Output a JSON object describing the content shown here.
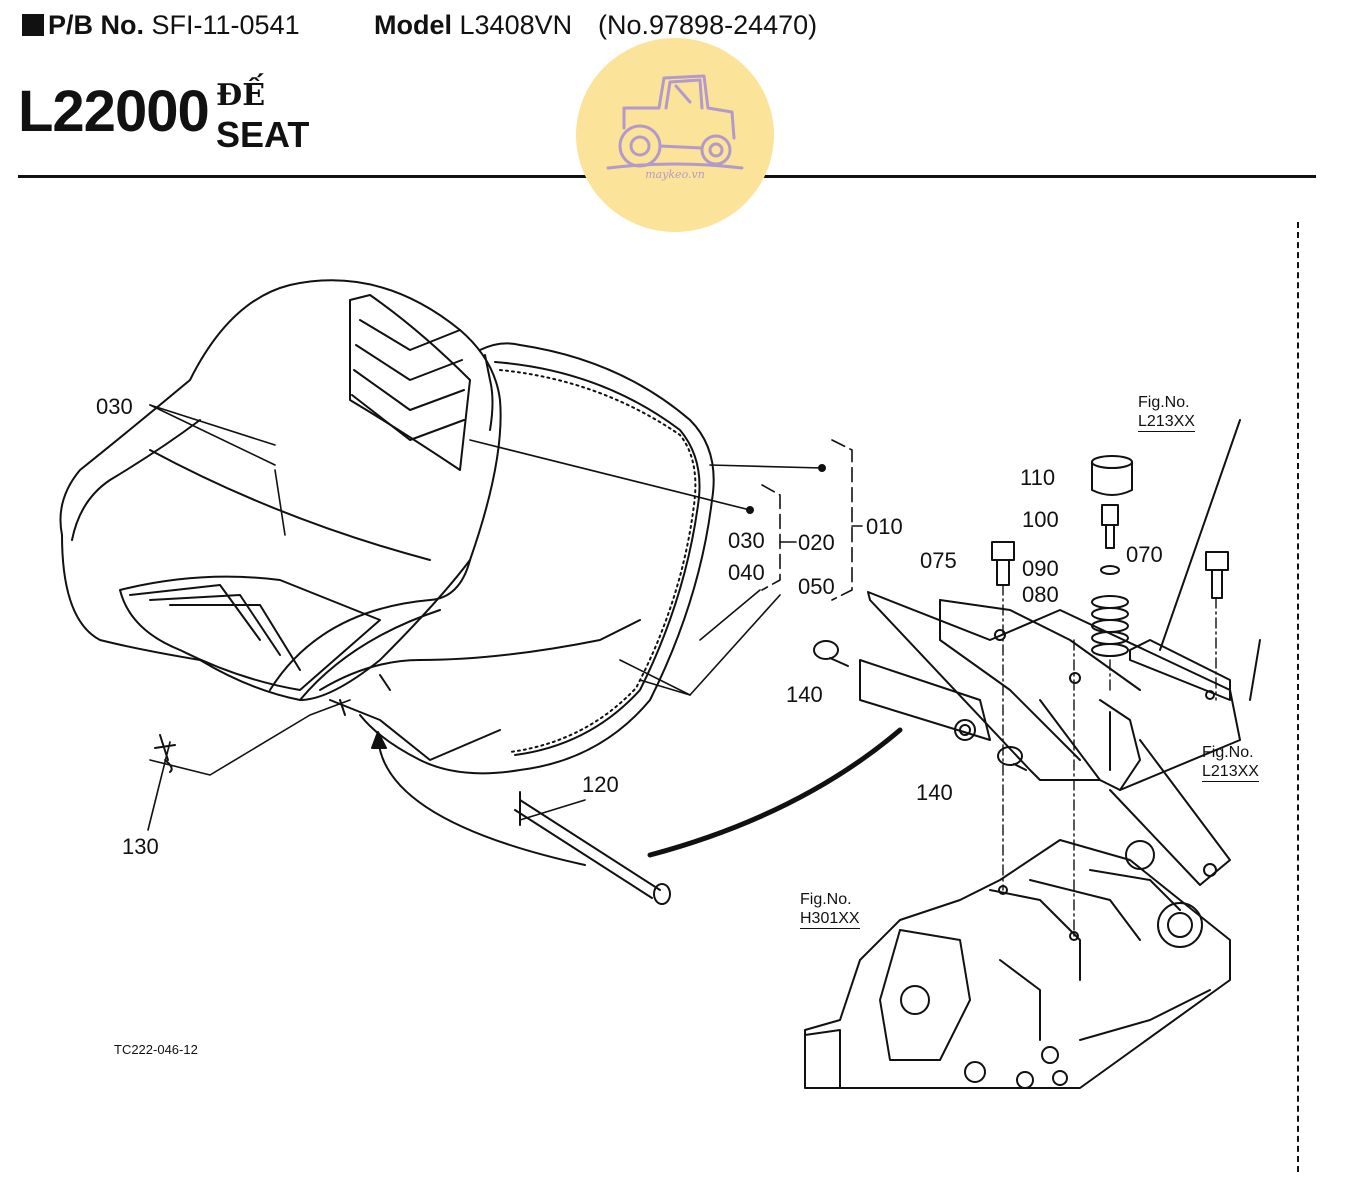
{
  "header": {
    "pb_label": "P/B No.",
    "pb_value": "SFI-11-0541",
    "model_label": "Model",
    "model_value": "L3408VN",
    "serial": "(No.97898-24470)"
  },
  "section": {
    "code": "L22000",
    "title_vn": "ĐẾ",
    "title_en": "SEAT"
  },
  "logo": {
    "brand": "maykeo.vn",
    "icon": "tractor-icon",
    "color": "#fbe39a"
  },
  "parts": {
    "p010": "010",
    "p020": "020",
    "p030a": "030",
    "p030b": "030",
    "p040": "040",
    "p050": "050",
    "p070": "070",
    "p075": "075",
    "p080": "080",
    "p090": "090",
    "p100": "100",
    "p110": "110",
    "p120": "120",
    "p130": "130",
    "p140a": "140",
    "p140b": "140"
  },
  "figrefs": {
    "a_label": "Fig.No.",
    "a_value": "L213XX",
    "b_label": "Fig.No.",
    "b_value": "L213XX",
    "c_label": "Fig.No.",
    "c_value": "H301XX"
  },
  "drawing_code": "TC222-046-12"
}
